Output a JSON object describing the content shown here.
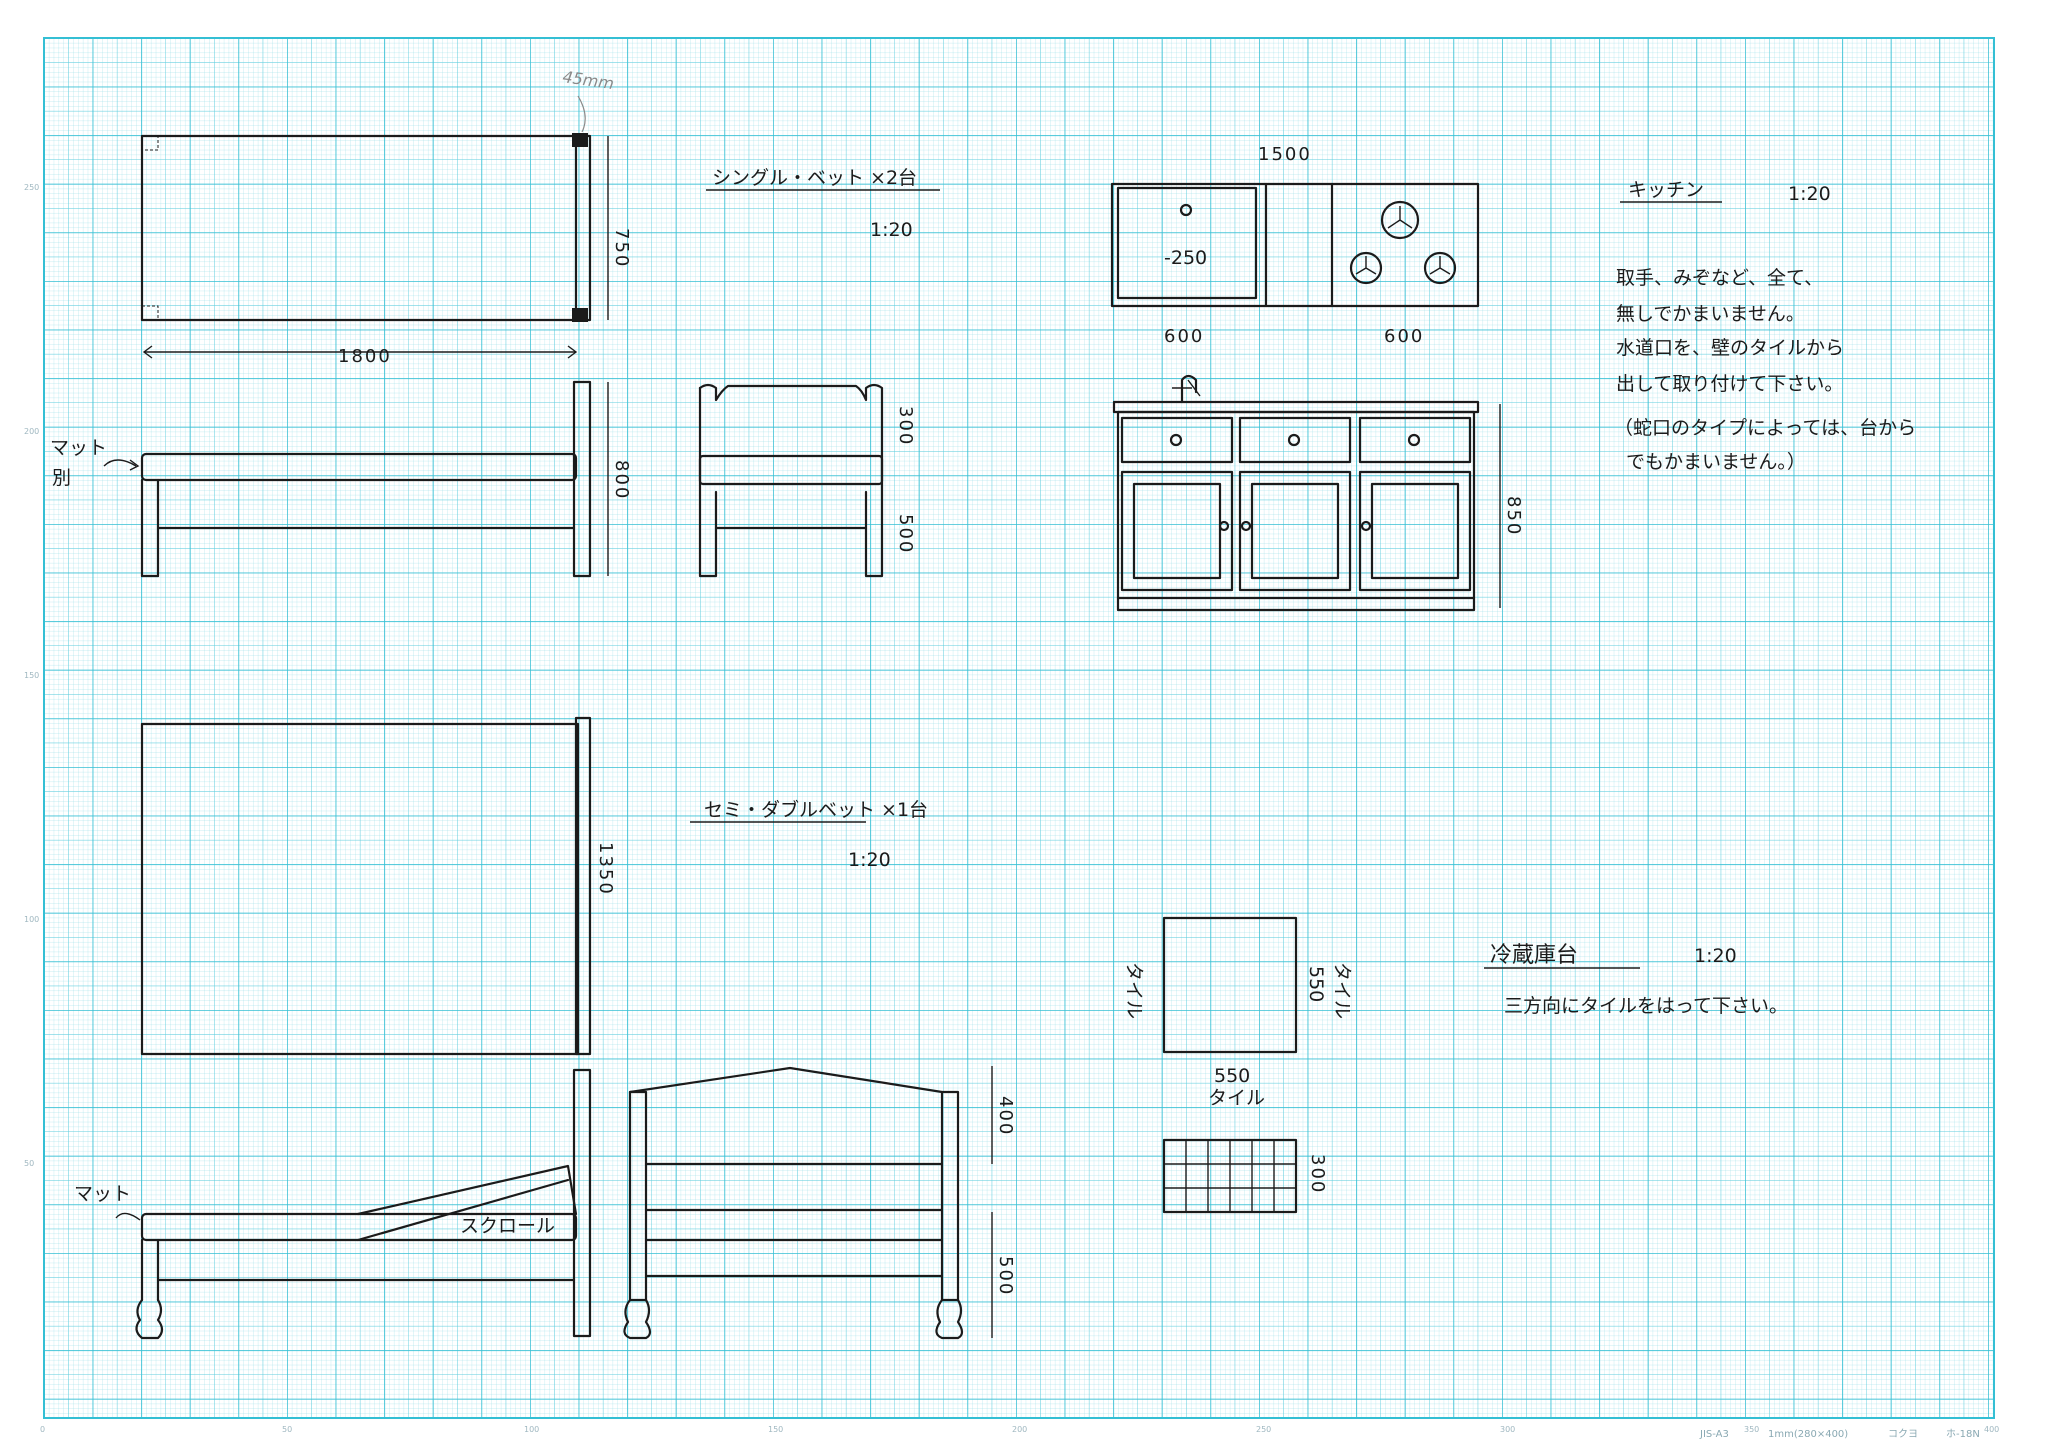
{
  "sheet": {
    "grid_color": "#43c6d9",
    "footer": {
      "paper": "JIS-A3",
      "grid": "1mm(280×400)",
      "brand": "コクヨ",
      "code": "ホ-18N"
    },
    "x_ticks": [
      "0",
      "50",
      "100",
      "150",
      "200",
      "250",
      "300",
      "350",
      "400"
    ],
    "y_ticks": [
      "250",
      "200",
      "150",
      "100",
      "50"
    ]
  },
  "single_bed": {
    "title": "シングル・ベット ×2台",
    "scale": "1:20",
    "width_dim": "1800",
    "depth_dim": "750",
    "height_dim": "800",
    "upper_dim": "300",
    "lower_dim": "500",
    "note_mat": "マット",
    "note_separate": "別",
    "pencil_note": "45mm"
  },
  "semi_double_bed": {
    "title": "セミ・ダブルベット ×1台",
    "scale": "1:20",
    "depth_dim": "1350",
    "upper_dim": "400",
    "lower_dim": "500",
    "note_mat": "マット",
    "note_scroll": "スクロール"
  },
  "kitchen": {
    "title": "キッチン",
    "scale": "1:20",
    "width_dim": "1500",
    "sink_dim": "600",
    "stove_dim": "600",
    "sink_note": "-250",
    "height_dim": "850",
    "notes": [
      "取手、みぞなど、全て、",
      "無しでかまいません。",
      "水道口を、壁のタイルから",
      "出して取り付けて下さい。",
      "（蛇口のタイプによっては、台から",
      "でもかまいません。）"
    ]
  },
  "fridge_stand": {
    "title": "冷蔵庫台",
    "scale": "1:20",
    "note": "三方向にタイルをはって下さい。",
    "tile_left": "タイル",
    "tile_right_dim": "550",
    "tile_right": "タイル",
    "bottom_dim": "550",
    "bottom_tile": "タイル",
    "height_dim": "300"
  }
}
